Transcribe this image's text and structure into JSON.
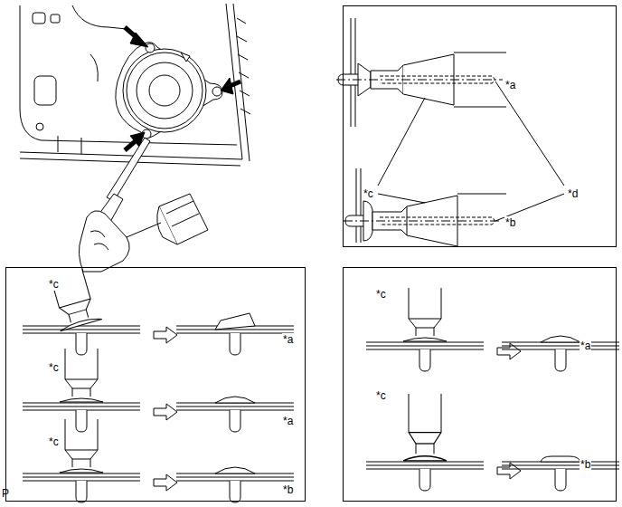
{
  "diagram": {
    "nodes": [
      {
        "text": [
          "*a",
          "*c",
          "*d",
          "*b"
        ]
      },
      {
        "text": [
          "*c",
          "*a",
          "*c",
          "*a",
          "*c",
          "*b"
        ]
      },
      {
        "text": [
          "*c",
          "*a",
          "*c",
          "*b"
        ]
      }
    ],
    "labels": [
      "P"
    ]
  }
}
